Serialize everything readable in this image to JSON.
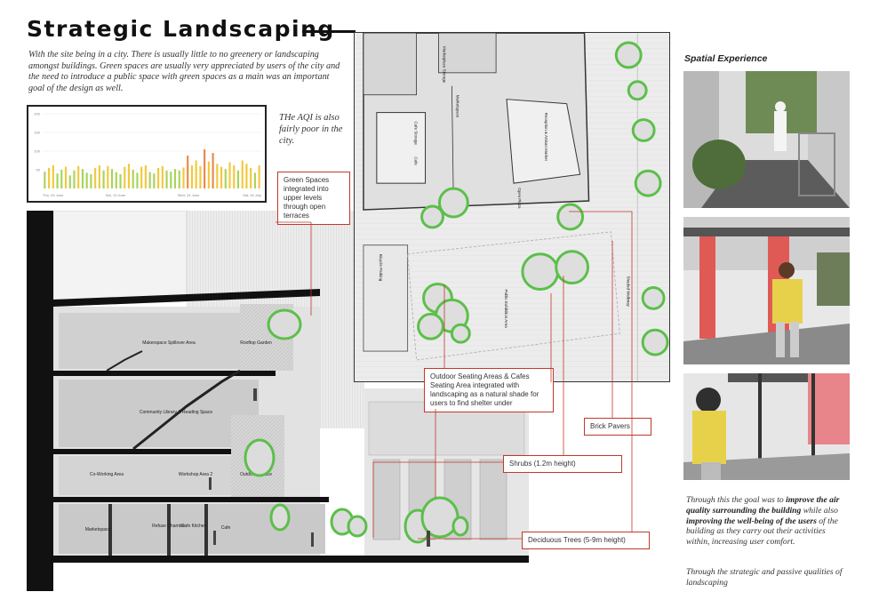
{
  "page": {
    "title": "Strategic Landscaping",
    "intro": "With the site being in a city. There is usually little to no greenery or landscaping amongst buildings. Green spaces are usually very appreciated by users of the city and the need to introduce a public space with green spaces as a main was an important goal of the design as well.",
    "aqi_note": "THe AQI is also fairly poor in the city."
  },
  "chart_data": {
    "type": "bar",
    "title": "",
    "xlabel": "",
    "ylabel": "",
    "ylim": [
      0,
      200
    ],
    "y_ticks": [
      "200",
      "150",
      "100",
      "50"
    ],
    "x_ticks": [
      "Thu, 04 June",
      "Sat, 13 June",
      "Wed, 24 June",
      "Sat, 04 July"
    ],
    "values": [
      45,
      55,
      62,
      40,
      50,
      58,
      35,
      48,
      60,
      52,
      42,
      38,
      55,
      62,
      48,
      60,
      52,
      44,
      38,
      58,
      66,
      50,
      42,
      58,
      62,
      44,
      40,
      55,
      60,
      48,
      45,
      52,
      48,
      56,
      88,
      62,
      75,
      60,
      105,
      72,
      95,
      66,
      58,
      52,
      70,
      62,
      48,
      75,
      66,
      55,
      42,
      62
    ],
    "colors": {
      "good": "#a8d35a",
      "moderate": "#f2c83b",
      "unhealthy": "#e8884a"
    }
  },
  "section": {
    "labels": {
      "makerspace_spillover": "Makerspace Spillover Area",
      "rooftop_garden": "Rooftop Garden",
      "community_library": "Community Library & Reading Space",
      "coworking": "Co-Working Area",
      "workshop": "Workshop Area 2",
      "outdoor_terrace": "Outdoor Terrace",
      "marketspace": "Marketspace",
      "refuse": "Refuse Chamber",
      "cafe_kitchen": "Cafe Kitchen",
      "cafe": "Cafe"
    }
  },
  "plan": {
    "labels": {
      "marketplace_storage": "Marketplace Storage",
      "marketspace": "Marketspace",
      "cafe_storage": "Cafe Storage",
      "cafe": "Cafe",
      "artisan_market": "Reception & Artisan Market",
      "open_plaza": "Open Plaza",
      "public_exhibition": "Public Exhibition Area",
      "shaded_walkway": "Shaded Walkway",
      "bike_parking": "Bicycle Parking"
    }
  },
  "callouts": {
    "green_spaces": "Green Spaces integrated into upper levels through open terraces",
    "outdoor_seating": "Outdoor Seating Areas & Cafes Seating Area integrated with landscaping as a natural shade for users to find shelter under",
    "brick_pavers": "Brick Pavers",
    "shrubs": "Shrubs (1.2m height)",
    "trees": "Deciduous Trees (5-9m height)"
  },
  "spatial": {
    "title": "Spatial Experience"
  },
  "goal": {
    "p1_a": "Through this the goal was to ",
    "p1_b": "improve the air quality surrounding the building",
    "p1_c": "  while also ",
    "p1_d": "improving the well-being of the users",
    "p1_e": " of the building as they carry out their activities within, increasing user comfort.",
    "p2": "Through the strategic and passive qualities of landscaping"
  },
  "colors": {
    "accent_red": "#c0392b",
    "tree_green": "#5cbf4a",
    "red_structure": "#e05a55",
    "yellow_shirt": "#e8d14a"
  }
}
